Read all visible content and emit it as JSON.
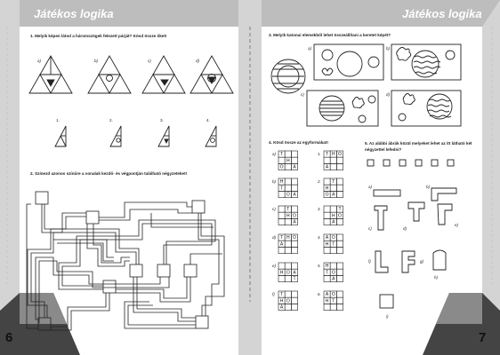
{
  "left_page": {
    "header": "Játékos logika",
    "page_number": "6",
    "q1": {
      "text": "1. Melyik képen látod a háromszögek felezett párját? Kösd össze őket!",
      "options": [
        "a)",
        "b)",
        "c)",
        "d)"
      ],
      "answers": [
        "1.",
        "2.",
        "3.",
        "4."
      ]
    },
    "q2": {
      "text": "2. Színezd azonos színűre a vonalak kezdő- és végpontján található négyzeteket!"
    }
  },
  "right_page": {
    "header": "Játékos logika",
    "page_number": "7",
    "q3": {
      "text": "3. Melyik katonai elemekből lehet összeállítani a keretet képét?",
      "options": [
        "a)",
        "b)",
        "c)",
        "d)"
      ]
    },
    "q4": {
      "text": "4. Kösd össze az egyformákat!",
      "left_labels": [
        "a)",
        "b)",
        "c)",
        "d)",
        "e)",
        "f)"
      ],
      "right_labels": [
        "1.",
        "2.",
        "3.",
        "4.",
        "5.",
        "6."
      ],
      "grids_left": [
        [
          "T",
          "",
          "",
          "",
          "H",
          "",
          "O",
          "",
          "A"
        ],
        [
          "H",
          "",
          "",
          "T",
          "",
          "",
          "",
          "O",
          "A"
        ],
        [
          "",
          "T",
          "",
          "",
          "H",
          "O",
          "",
          "",
          "A"
        ],
        [
          "T",
          "H",
          "O",
          "A",
          "",
          "",
          "",
          "",
          ""
        ],
        [
          "",
          "",
          "",
          "H",
          "O",
          "A",
          "",
          "",
          "T"
        ],
        [
          "T",
          "",
          "",
          "H",
          "O",
          "",
          "A",
          "",
          ""
        ]
      ],
      "grids_right": [
        [
          "T",
          "H",
          "O",
          "",
          "",
          "",
          "A",
          "",
          ""
        ],
        [
          "",
          "T",
          "",
          "H",
          "",
          "",
          "O",
          "A",
          ""
        ],
        [
          "",
          "",
          "T",
          "",
          "H",
          "O",
          "",
          "A",
          ""
        ],
        [
          "A",
          "O",
          "",
          "H",
          "T",
          "",
          "",
          "",
          ""
        ],
        [
          "H",
          "",
          "",
          "T",
          "O",
          "",
          "",
          "A",
          ""
        ],
        [
          "A",
          "O",
          "",
          "H",
          "T",
          "",
          "",
          "",
          ""
        ]
      ]
    },
    "q5": {
      "text": "5. Az alábbi ábrák közül melyeket lehet az itt látható két négyzettel lefedni?",
      "labels": [
        "a)",
        "b)",
        "c)",
        "d)",
        "e)",
        "f)",
        "g)",
        "h)",
        "i)"
      ]
    }
  },
  "colors": {
    "background": "#e6e6e6",
    "side": "#d4d4d4",
    "header_band": "#bdbdbd",
    "ink": "#222222",
    "page": "#ffffff"
  }
}
